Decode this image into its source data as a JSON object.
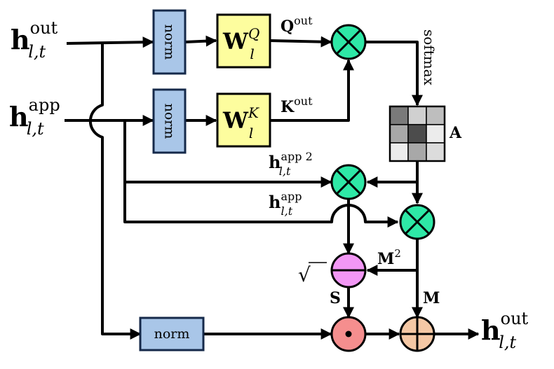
{
  "inputs": {
    "h_out": {
      "base": "h",
      "sup": "out",
      "sub": "l,t"
    },
    "h_app": {
      "base": "h",
      "sup": "app",
      "sub": "l,t"
    }
  },
  "output": {
    "base": "h",
    "sup": "out",
    "sub": "l,t"
  },
  "norm_label": "norm",
  "weights": {
    "wq": {
      "base": "W",
      "sup": "Q",
      "sub": "l"
    },
    "wk": {
      "base": "W",
      "sup": "K",
      "sub": "l"
    }
  },
  "labels": {
    "q": {
      "base": "Q",
      "sup": "out"
    },
    "k": {
      "base": "K",
      "sup": "out"
    },
    "softmax": "softmax",
    "attention": "A",
    "h_app2": {
      "base": "h",
      "sup": "app 2",
      "sub": "l,t"
    },
    "h_app": {
      "base": "h",
      "sup": "app",
      "sub": "l,t"
    },
    "m2": {
      "base": "M",
      "sup": "2"
    },
    "m": "M",
    "s": "S",
    "sqrt": "√"
  },
  "colors": {
    "norm": "#a9c6e8",
    "weight": "#fdfd9e",
    "multiply": "#2ee8a6",
    "subtract": "#f297f5",
    "hadamard": "#f58e8e",
    "add": "#f5c8a5",
    "line": "#000000"
  },
  "attention_matrix": {
    "shades": [
      [
        "#7a7a7a",
        "#d0d0d0",
        "#bebebe"
      ],
      [
        "#a8a8a8",
        "#4c4c4c",
        "#ececec"
      ],
      [
        "#ececec",
        "#a8a8a8",
        "#dcdcdc"
      ]
    ]
  }
}
